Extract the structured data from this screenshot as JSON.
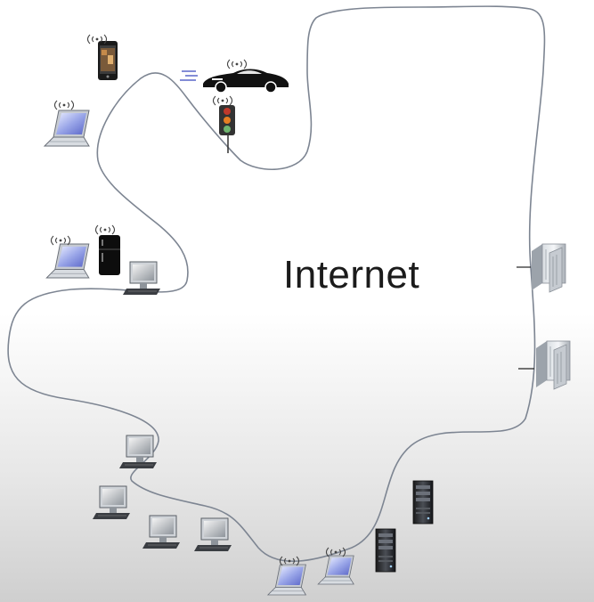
{
  "cloud": {
    "label": "Internet",
    "outline_color": "#7d8592"
  },
  "devices": [
    {
      "kind": "smartphone",
      "name": "smartphone-icon"
    },
    {
      "kind": "car",
      "name": "car-icon"
    },
    {
      "kind": "traffic-light",
      "name": "traffic-light-icon"
    },
    {
      "kind": "laptop",
      "name": "laptop-icon"
    },
    {
      "kind": "laptop",
      "name": "laptop-icon"
    },
    {
      "kind": "fridge",
      "name": "fridge-icon"
    },
    {
      "kind": "desktop",
      "name": "desktop-pc-icon"
    },
    {
      "kind": "server-rack",
      "name": "server-icon"
    },
    {
      "kind": "server-rack",
      "name": "server-icon"
    },
    {
      "kind": "desktop",
      "name": "desktop-pc-icon"
    },
    {
      "kind": "desktop",
      "name": "desktop-pc-icon"
    },
    {
      "kind": "desktop",
      "name": "desktop-pc-icon"
    },
    {
      "kind": "desktop",
      "name": "desktop-pc-icon"
    },
    {
      "kind": "laptop",
      "name": "laptop-icon"
    },
    {
      "kind": "laptop",
      "name": "laptop-icon"
    },
    {
      "kind": "server-tower",
      "name": "server-tower-icon"
    },
    {
      "kind": "server-tower",
      "name": "server-tower-icon"
    }
  ]
}
